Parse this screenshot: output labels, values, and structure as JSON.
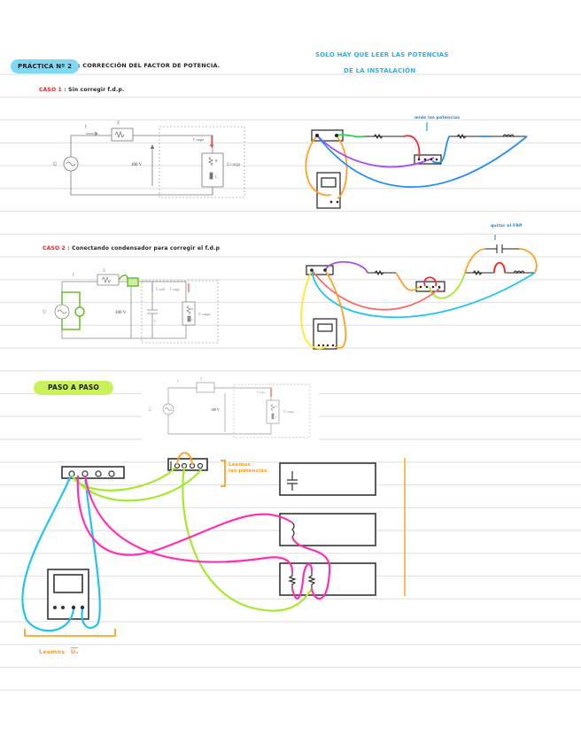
{
  "header": {
    "practice_label": "PRÁCTICA Nº 2",
    "practice_title": ": CORRECCIÓN DEL FACTOR DE POTENCIA.",
    "top_note_line1": "SOLO HAY QUE LEER LAS POTENCIAS",
    "top_note_line2": "DE LA INSTALACIÓN"
  },
  "case1": {
    "label": "CASO 1 :",
    "description": "Sin corregir f.d.p.",
    "circuit": {
      "source_label": "Ū",
      "current_source_label": "Ī",
      "line_impedance_label": "Z",
      "line_resistor_label": "R",
      "voltage_label": "100 V",
      "load_current_label": "Ī carga",
      "load_r_label": "R",
      "load_l_label": "L",
      "load_impedance_label": "Z carga"
    },
    "wiring_note": "mide las potencias"
  },
  "case2": {
    "label": "CASO 2 :",
    "description": "Conectando condensador para corregir el f.d.p",
    "circuit": {
      "source_label": "Ū",
      "current_source_label": "Ī",
      "line_impedance_label": "Z",
      "line_resistor_label": "R",
      "voltage_label": "100 V",
      "cap_current_label": "Ī cond",
      "capacitor_label": "C",
      "load_current_label": "Ī carga",
      "load_r_label": "R",
      "load_l_label": "L",
      "load_impedance_label": "Z carga"
    },
    "wiring_note": "quitar el FRP"
  },
  "step_by_step": {
    "label": "PASO A PASO",
    "circuit": {
      "source_label": "Ū",
      "current_source_label": "Ī",
      "line_impedance_label": "Z",
      "line_resistor_label": "R",
      "voltage_label": "100 V",
      "load_current_label": "Ī carga",
      "load_r_label": "R",
      "load_l_label": "L",
      "load_impedance_label": "Z carga"
    },
    "note_powers_line1": "Leemos",
    "note_powers_line2": "las potencias",
    "note_voltage": "Leemos",
    "note_voltage_symbol": "U₀"
  },
  "colors": {
    "cyan": "#22c4f0",
    "blue": "#2a8df0",
    "lime": "#a6e82a",
    "magenta": "#ff2fb8",
    "orange": "#ffa126",
    "purple": "#a64ef0",
    "red": "#f03030",
    "green": "#33d24a",
    "yellow": "#ffe633",
    "salmon": "#f86a6a",
    "ruled_line": "#e4e4e4"
  }
}
